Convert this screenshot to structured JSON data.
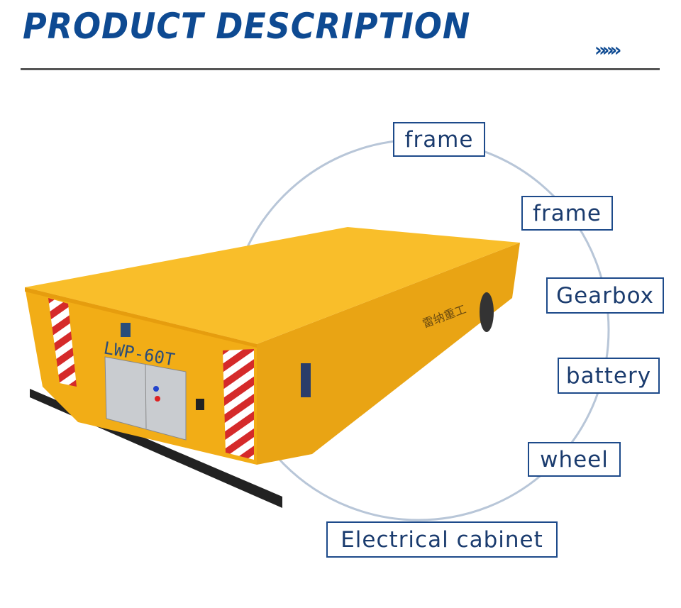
{
  "header": {
    "title": "PRODUCT DESCRIPTION",
    "chevrons": "»»»"
  },
  "product": {
    "model_marking": "LWP-60T",
    "brand_marking": "雷纳重工"
  },
  "labels": [
    "frame",
    "frame",
    "Gearbox",
    "battery",
    "wheel",
    "Electrical cabinet"
  ],
  "colors": {
    "brand_blue": "#0e4a92",
    "cart_yellow": "#f6b51c",
    "stripe_red": "#d52a2a"
  }
}
